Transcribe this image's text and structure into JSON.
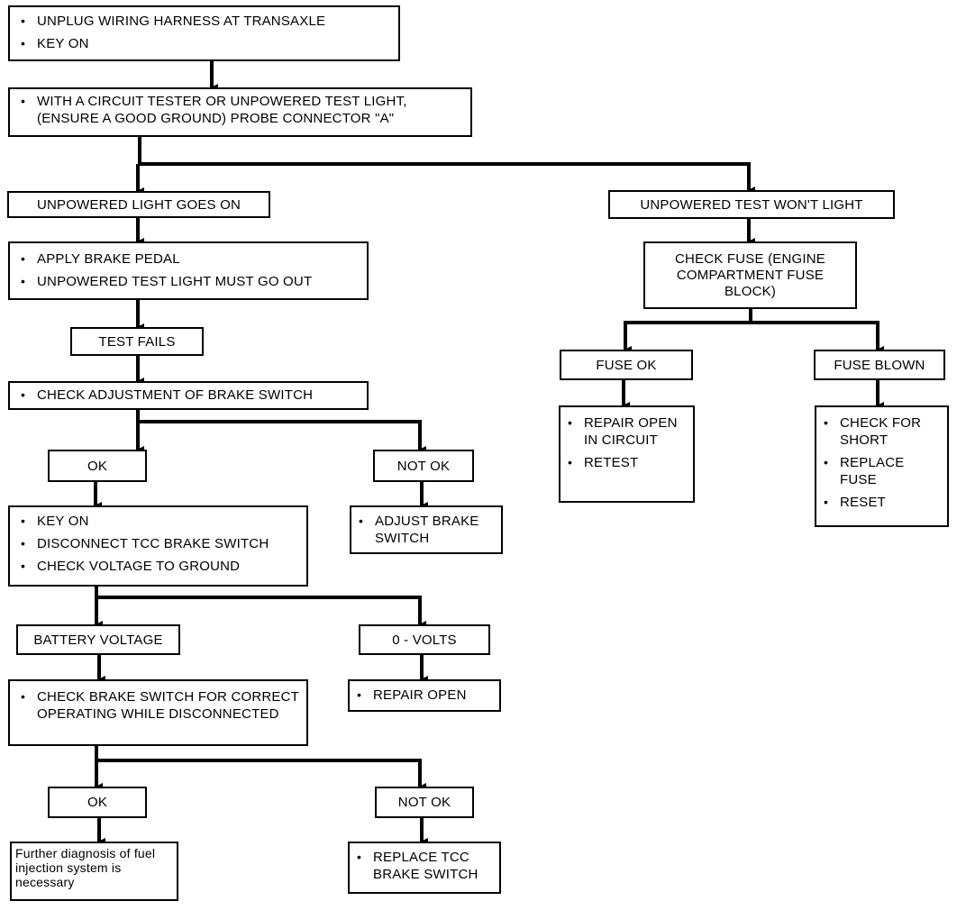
{
  "nodes": {
    "start": {
      "items": [
        "UNPLUG WIRING HARNESS AT TRANSAXLE",
        "KEY ON"
      ]
    },
    "probe": {
      "items": [
        "WITH A CIRCUIT TESTER OR UNPOWERED TEST LIGHT, (ENSURE A GOOD GROUND) PROBE CONNECTOR \"A\""
      ]
    },
    "light_on": {
      "label": "UNPOWERED LIGHT GOES ON"
    },
    "wont_light": {
      "label": "UNPOWERED TEST WON'T LIGHT"
    },
    "apply_brake": {
      "items": [
        "APPLY BRAKE PEDAL",
        "UNPOWERED TEST LIGHT MUST GO OUT"
      ]
    },
    "test_fails": {
      "label": "TEST FAILS"
    },
    "check_adj": {
      "items": [
        "CHECK ADJUSTMENT OF BRAKE SWITCH"
      ]
    },
    "ok1": {
      "label": "OK"
    },
    "notok1": {
      "label": "NOT OK"
    },
    "key_on": {
      "items": [
        "KEY ON",
        "DISCONNECT TCC BRAKE SWITCH",
        "CHECK VOLTAGE TO GROUND"
      ]
    },
    "adjust": {
      "items": [
        "ADJUST BRAKE SWITCH"
      ]
    },
    "battery": {
      "label": "BATTERY VOLTAGE"
    },
    "zero_volts": {
      "label": "0 - VOLTS"
    },
    "check_switch": {
      "items": [
        "CHECK BRAKE SWITCH FOR CORRECT OPERATING WHILE DISCONNECTED"
      ]
    },
    "repair_open": {
      "items": [
        "REPAIR OPEN"
      ]
    },
    "ok2": {
      "label": "OK"
    },
    "notok2": {
      "label": "NOT OK"
    },
    "further": {
      "text": "Further diagnosis of fuel injection system is necessary"
    },
    "replace_tcc": {
      "items": [
        "REPLACE TCC BRAKE SWITCH"
      ]
    },
    "check_fuse": {
      "text": "CHECK FUSE (ENGINE COMPARTMENT FUSE BLOCK)"
    },
    "fuse_ok": {
      "label": "FUSE OK"
    },
    "fuse_blown": {
      "label": "FUSE BLOWN"
    },
    "repair_circuit": {
      "items": [
        "REPAIR OPEN IN CIRCUIT",
        "RETEST"
      ]
    },
    "short": {
      "items": [
        "CHECK FOR SHORT",
        "REPLACE FUSE",
        "RESET"
      ]
    }
  }
}
